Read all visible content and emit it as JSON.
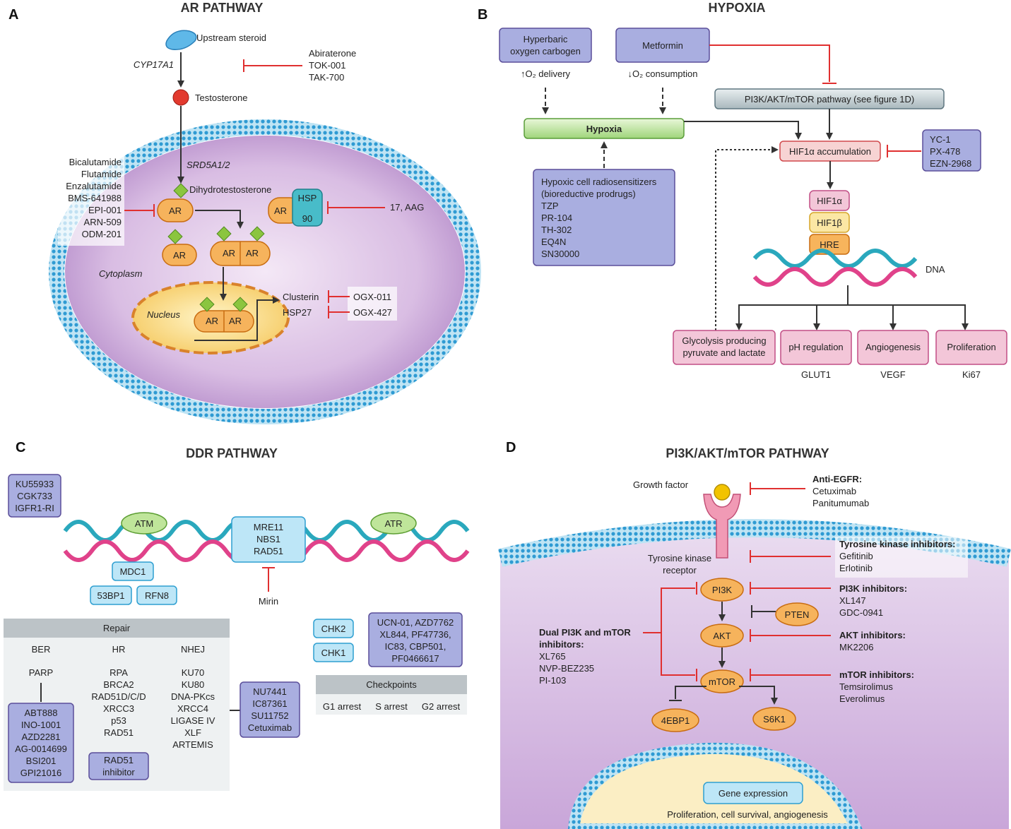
{
  "panels": {
    "A": {
      "letter": "A",
      "title": "AR PATHWAY",
      "upstream": "Upstream steroid",
      "cyp": "CYP17A1",
      "cyp_inhibitors": [
        "Abiraterone",
        "TOK-001",
        "TAK-700"
      ],
      "testosterone": "Testosterone",
      "srd": "SRD5A1/2",
      "dht": "Dihydrotestosterone",
      "ar": "AR",
      "hsp": "HSP",
      "hsp90": "90",
      "aag": "17, AAG",
      "antiandrogens": [
        "Bicalutamide",
        "Flutamide",
        "Enzalutamide",
        "BMS-641988",
        "EPI-001",
        "ARN-509",
        "ODM-201"
      ],
      "cytoplasm": "Cytoplasm",
      "nucleus": "Nucleus",
      "clusterin": "Clusterin",
      "hsp27": "HSP27",
      "ogx011": "OGX-011",
      "ogx427": "OGX-427"
    },
    "B": {
      "letter": "B",
      "title": "HYPOXIA",
      "hyperbaric": [
        "Hyperbaric",
        "oxygen carbogen"
      ],
      "metformin": "Metformin",
      "o2_delivery": "↑O₂ delivery",
      "o2_consumption": "↓O₂ consumption",
      "pi3k_pathway": "PI3K/AKT/mTOR pathway (see figure 1D)",
      "hypoxia": "Hypoxia",
      "hif_accum": "HIF1α accumulation",
      "hif_inhibitors": [
        "YC-1",
        "PX-478",
        "EZN-2968"
      ],
      "radiosensitizers": [
        "Hypoxic cell radiosensitizers",
        "(bioreductive prodrugs)",
        "TZP",
        "PR-104",
        "TH-302",
        "EQ4N",
        "SN30000"
      ],
      "hif1a": "HIF1α",
      "hif1b": "HIF1β",
      "hre": "HRE",
      "dna": "DNA",
      "outcomes": [
        "pH regulation",
        "Angiogenesis",
        "Proliferation"
      ],
      "glycolysis": [
        "Glycolysis producing",
        "pyruvate and lactate"
      ],
      "markers": [
        "GLUT1",
        "VEGF",
        "Ki67"
      ]
    },
    "C": {
      "letter": "C",
      "title": "DDR PATHWAY",
      "atm_inhibitors": [
        "KU55933",
        "CGK733",
        "IGFR1-RI"
      ],
      "atm": "ATM",
      "atr": "ATR",
      "mrn": [
        "MRE11",
        "NBS1",
        "RAD51"
      ],
      "mdc1": "MDC1",
      "bp53": "53BP1",
      "rfn8": "RFN8",
      "mirin": "Mirin",
      "chk2": "CHK2",
      "chk1": "CHK1",
      "chk_inhibitors": [
        "UCN-01, AZD7762",
        "XL844, PF47736,",
        "IC83, CBP501,",
        "PF0466617"
      ],
      "repair": "Repair",
      "ber": "BER",
      "hr": "HR",
      "nhej": "NHEJ",
      "parp": "PARP",
      "hr_list": [
        "RPA",
        "BRCA2",
        "RAD51D/C/D",
        "XRCC3",
        "p53",
        "RAD51"
      ],
      "nhej_list": [
        "KU70",
        "KU80",
        "DNA-PKcs",
        "XRCC4",
        "LIGASE IV",
        "XLF",
        "ARTEMIS"
      ],
      "parp_inhibitors": [
        "ABT888",
        "INO-1001",
        "AZD2281",
        "AG-0014699",
        "BSI201",
        "GPI21016"
      ],
      "rad51_inhibitor": [
        "RAD51",
        "inhibitor"
      ],
      "dnapk_inhibitors": [
        "NU7441",
        "IC87361",
        "SU11752",
        "Cetuximab"
      ],
      "checkpoints": "Checkpoints",
      "arrests": [
        "G1 arrest",
        "S arrest",
        "G2 arrest"
      ]
    },
    "D": {
      "letter": "D",
      "title": "PI3K/AKT/mTOR PATHWAY",
      "growth_factor": "Growth factor",
      "anti_egfr": "Anti-EGFR:",
      "anti_egfr_list": [
        "Cetuximab",
        "Panitumumab"
      ],
      "tk_inhibitors": "Tyrosine kinase inhibitors:",
      "tk_list": [
        "Gefitinib",
        "Erlotinib"
      ],
      "tk_receptor": [
        "Tyrosine kinase",
        "receptor"
      ],
      "pi3k": "PI3K",
      "akt": "AKT",
      "mtor": "mTOR",
      "pten": "PTEN",
      "ebp1": "4EBP1",
      "s6k1": "S6K1",
      "pi3k_inh": "PI3K inhibitors:",
      "pi3k_list": [
        "XL147",
        "GDC-0941"
      ],
      "akt_inh": "AKT inhibitors:",
      "akt_list": [
        "MK2206"
      ],
      "mtor_inh": "mTOR inhibitors:",
      "mtor_list": [
        "Temsirolimus",
        "Everolimus"
      ],
      "dual": [
        "Dual PI3K and mTOR",
        "inhibitors:"
      ],
      "dual_list": [
        "XL765",
        "NVP-BEZ235",
        "PI-103"
      ],
      "gene_expression": "Gene expression",
      "outcome": "Proliferation, cell survival, angiogenesis"
    }
  }
}
